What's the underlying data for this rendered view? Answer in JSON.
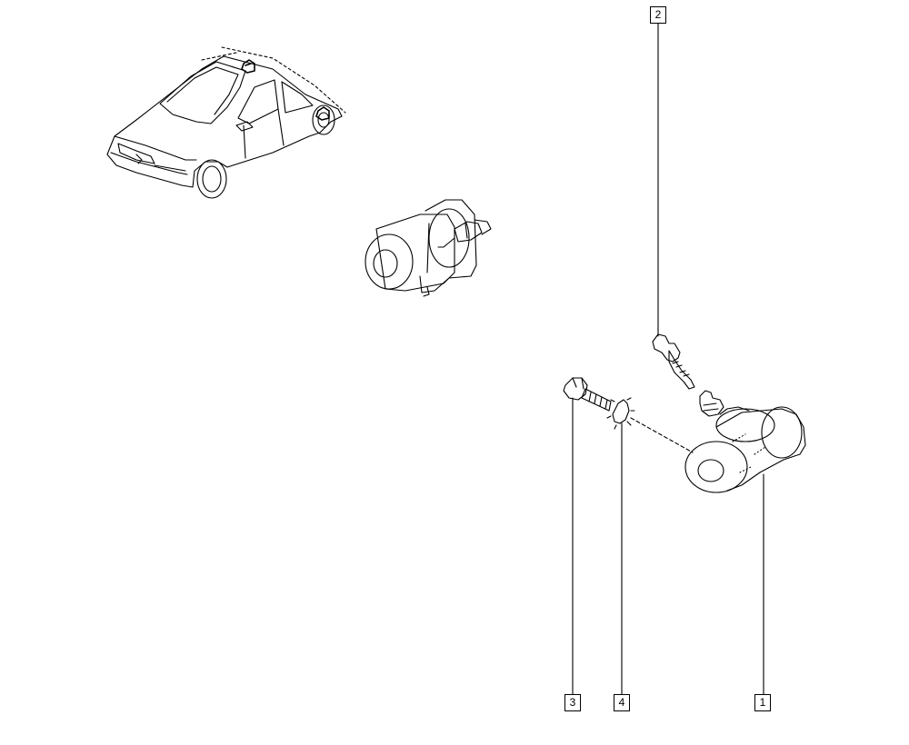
{
  "diagram": {
    "callouts": [
      {
        "id": "callout-1",
        "text": "1"
      },
      {
        "id": "callout-2",
        "text": "2"
      },
      {
        "id": "callout-3",
        "text": "3"
      },
      {
        "id": "callout-4",
        "text": "4"
      }
    ],
    "line_color": "#000000",
    "background": "#ffffff"
  }
}
